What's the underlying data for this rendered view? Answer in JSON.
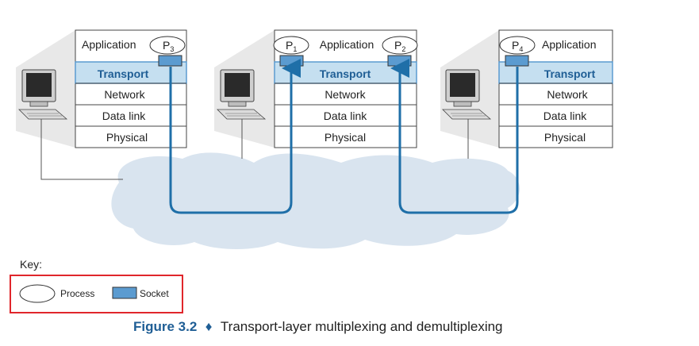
{
  "layers": {
    "application": "Application",
    "transport": "Transport",
    "network": "Network",
    "datalink": "Data link",
    "physical": "Physical"
  },
  "processes": {
    "p_letter": "P",
    "p3": "3",
    "p1": "1",
    "p2": "2",
    "p4": "4"
  },
  "key": {
    "title": "Key:",
    "process": "Process",
    "socket": "Socket"
  },
  "caption": {
    "figure": "Figure 3.2",
    "bullet": "♦",
    "text": "Transport-layer multiplexing and demultiplexing"
  },
  "colors": {
    "transport_fill": "#c5dff0",
    "socket_fill": "#5b9bd0",
    "path_stroke": "#1f6fa8",
    "cloud_fill": "#d9e4ef",
    "key_border": "#e0262b",
    "caption_accent": "#1f5e95"
  }
}
